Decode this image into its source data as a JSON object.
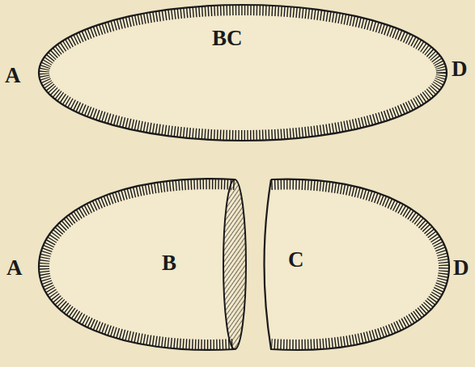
{
  "diagram": {
    "labels": [
      "A",
      "BC",
      "D",
      "A",
      "B",
      "C",
      "D"
    ]
  }
}
